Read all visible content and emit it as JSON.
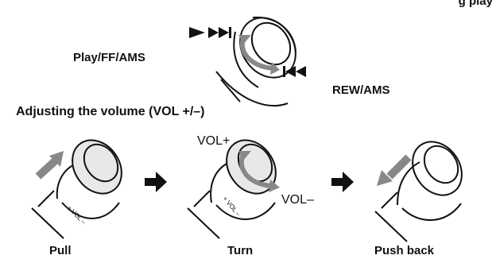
{
  "header_fragment": "g play",
  "labels": {
    "play_ff_ams": "Play/FF/AMS",
    "rew_ams": "REW/AMS",
    "vol_plus": "VOL+",
    "vol_minus": "VOL–"
  },
  "heading": "Adjusting the volume (VOL +/–)",
  "steps": [
    "Pull",
    "Turn",
    "Push back"
  ],
  "knob_engraving": "+ VOL –",
  "icons": [
    "play-ff-symbol",
    "rewind-symbol",
    "curved-double-arrow",
    "step-arrow",
    "pull-arrow",
    "push-arrow"
  ]
}
